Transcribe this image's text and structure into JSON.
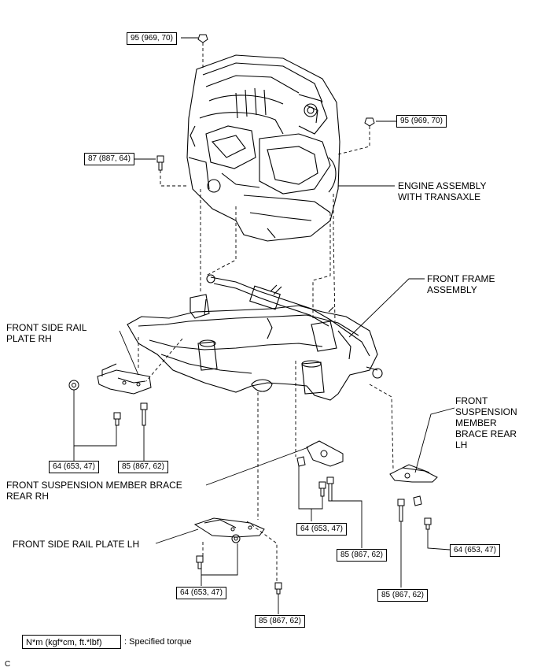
{
  "torque_labels": {
    "t95_top": "95 (969, 70)",
    "t95_right": "95 (969, 70)",
    "t87": "87 (887, 64)",
    "t64_rh": "64 (653, 47)",
    "t85_rh": "85 (867, 62)",
    "t64_center": "64 (653, 47)",
    "t85_center": "85 (867, 62)",
    "t64_lh": "64 (653, 47)",
    "t85_lh": "85 (867, 62)",
    "t64_right": "64 (653, 47)",
    "t85_right": "85 (867, 62)"
  },
  "part_labels": {
    "engine_line1": "ENGINE ASSEMBLY",
    "engine_line2": "WITH TRANSAXLE",
    "frame_line1": "FRONT FRAME",
    "frame_line2": "ASSEMBLY",
    "rail_rh_line1": "FRONT SIDE RAIL",
    "rail_rh_line2": "PLATE RH",
    "brace_lh_line1": "FRONT",
    "brace_lh_line2": "SUSPENSION",
    "brace_lh_line3": "MEMBER",
    "brace_lh_line4": "BRACE REAR",
    "brace_lh_line5": "LH",
    "brace_rh_line1": "FRONT SUSPENSION MEMBER BRACE",
    "brace_rh_line2": "REAR RH",
    "rail_lh": "FRONT SIDE RAIL PLATE LH"
  },
  "legend": {
    "unit": "N*m (kgf*cm, ft.*lbf)",
    "meaning": ": Specified torque"
  },
  "corner_mark": "C"
}
